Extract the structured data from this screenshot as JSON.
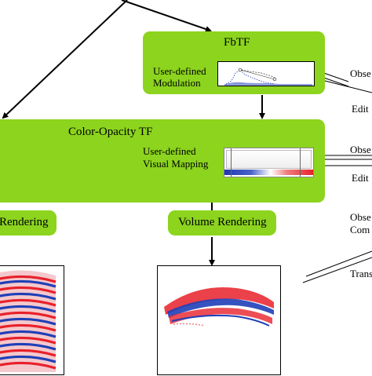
{
  "fbtf": {
    "title": "FbTF",
    "label_line1": "User-defined",
    "label_line2": "Modulation"
  },
  "color_tf": {
    "title": "Color-Opacity TF",
    "label_line1": "User-defined",
    "label_line2": "Visual Mapping"
  },
  "left_rendering": {
    "label": "Rendering"
  },
  "volume_rendering": {
    "label": "Volume Rendering"
  },
  "right_labels": {
    "obs_1": "Obse",
    "edit_1": "Edit",
    "obs_2": "Obse",
    "edit_2": "Edit",
    "obs_3": "Obse",
    "com_3": "Com",
    "trans": "Trans"
  },
  "colors": {
    "box_green": "#8cd41e",
    "red": "#e8202a",
    "blue": "#1f3fb8"
  }
}
